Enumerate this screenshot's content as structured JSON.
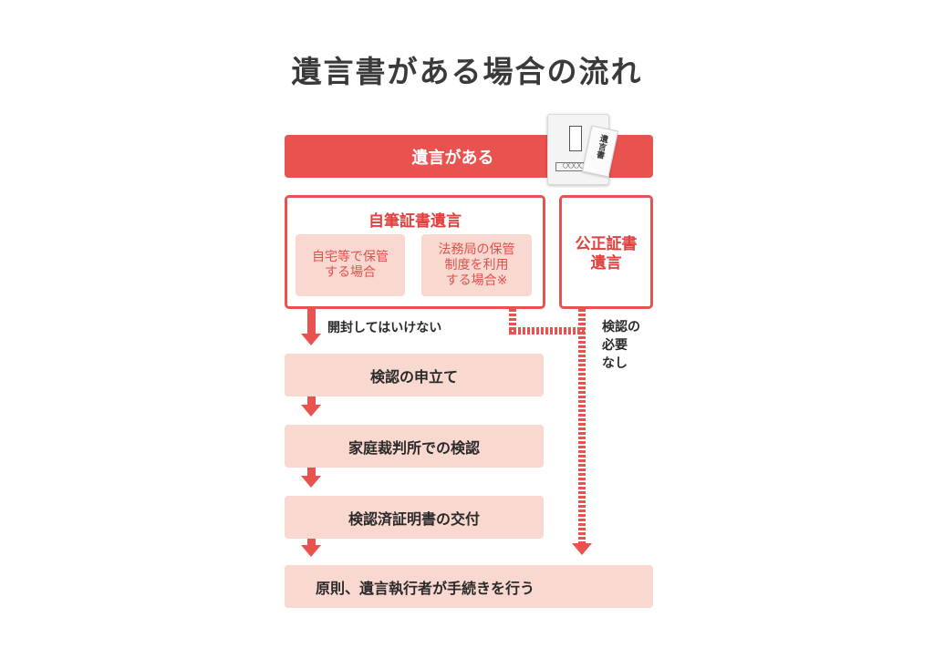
{
  "title": "遺言書がある場合の流れ",
  "banner": {
    "label": "遺言がある"
  },
  "illustration": {
    "envelope_text": "遺言書",
    "paper_text": "〇〇〇〇",
    "card_text": "〇〇〇〇"
  },
  "holographic": {
    "title": "自筆証書遺言",
    "options": [
      {
        "label": "自宅等で保管\nする場合"
      },
      {
        "label": "法務局の保管\n制度を利用\nする場合※"
      }
    ]
  },
  "notarial": {
    "title": "公正証書\n遺言"
  },
  "notes": {
    "do_not_open": "開封してはいけない",
    "no_probate": "検認の\n必要\nなし"
  },
  "steps": [
    {
      "label": "検認の申立て"
    },
    {
      "label": "家庭裁判所での検認"
    },
    {
      "label": "検認済証明書の交付"
    }
  ],
  "final": {
    "label": "原則、遺言執行者が手続きを行う"
  },
  "colors": {
    "accent": "#e85350",
    "soft": "#f9d8d0",
    "title": "#3a3a3a"
  }
}
